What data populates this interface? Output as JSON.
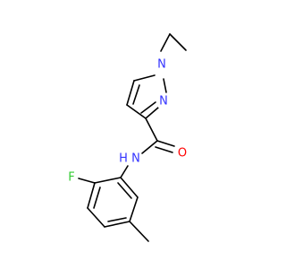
{
  "diagram": {
    "type": "chemical-structure",
    "atom_labels": {
      "n1": "N",
      "n2": "N",
      "nh": "N",
      "h": "H",
      "o": "O",
      "f": "F"
    },
    "colors": {
      "bond": "#000000",
      "nitrogen": "#3333ff",
      "oxygen": "#ff0000",
      "fluorine": "#33cc33"
    }
  }
}
